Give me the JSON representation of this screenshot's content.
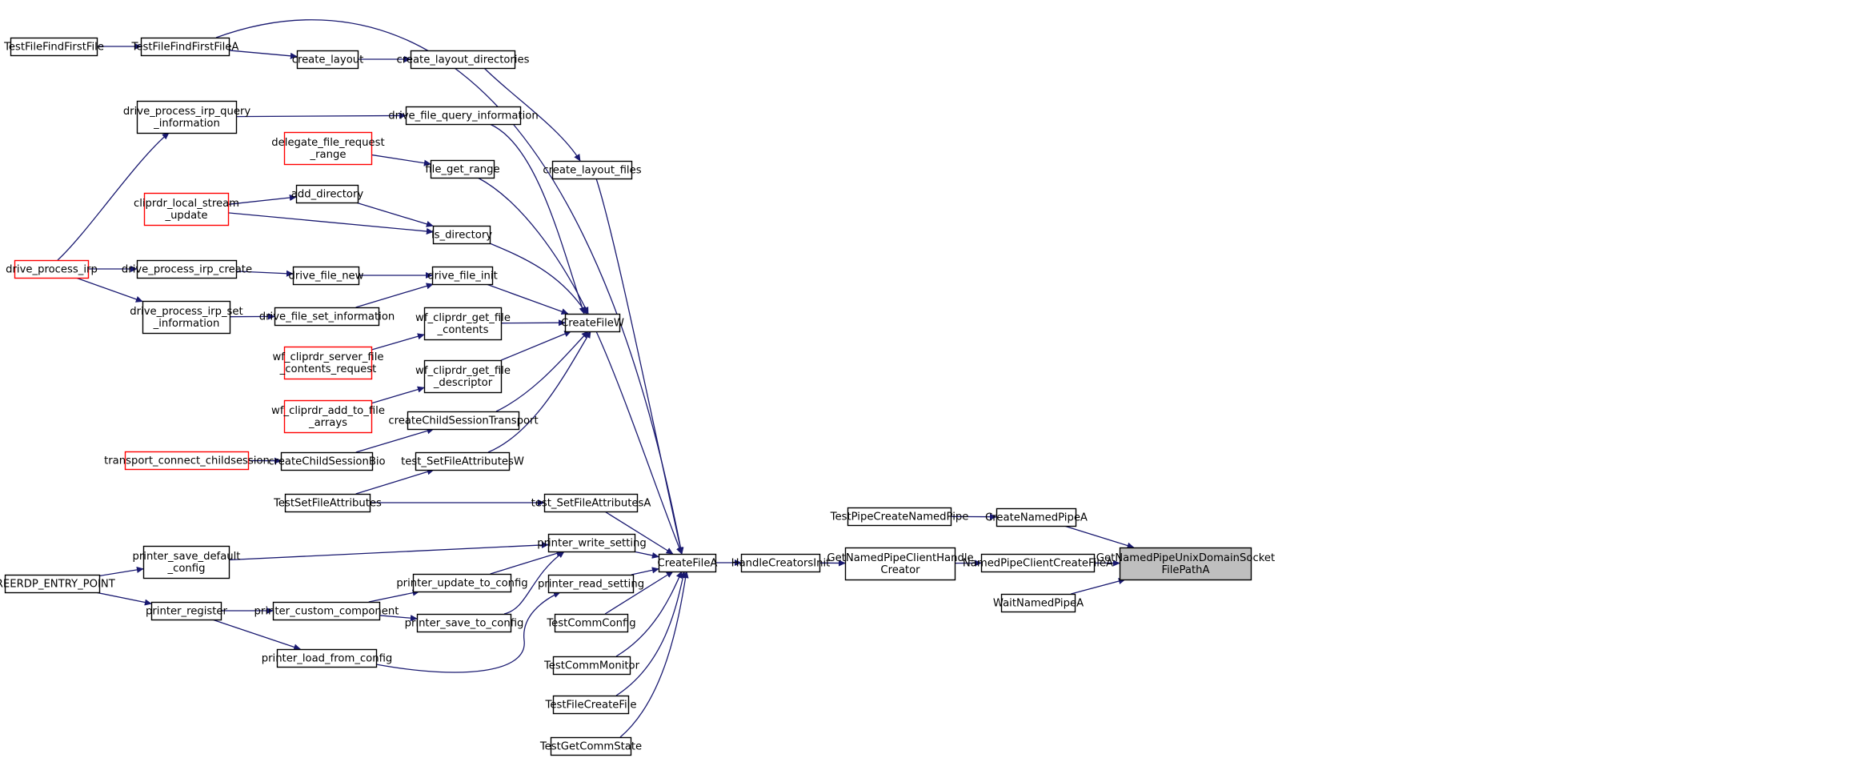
{
  "colors": {
    "node_border": "#000000",
    "truncated_border": "#ff0000",
    "focus_fill": "#bfbfbf",
    "edge": "#191970",
    "background": "#ffffff"
  },
  "nodes": {
    "TestFileFindFirstFile": {
      "lines": [
        "TestFileFindFirstFile"
      ]
    },
    "TestFileFindFirstFileA": {
      "lines": [
        "TestFileFindFirstFileA"
      ]
    },
    "create_layout": {
      "lines": [
        "create_layout"
      ]
    },
    "create_layout_directories": {
      "lines": [
        "create_layout_directories"
      ]
    },
    "drive_process_irp_query_information": {
      "lines": [
        "drive_process_irp_query",
        "_information"
      ]
    },
    "drive_file_query_information": {
      "lines": [
        "drive_file_query_information"
      ]
    },
    "delegate_file_request_range": {
      "lines": [
        "delegate_file_request",
        "_range"
      ],
      "truncated": true
    },
    "file_get_range": {
      "lines": [
        "file_get_range"
      ]
    },
    "create_layout_files": {
      "lines": [
        "create_layout_files"
      ]
    },
    "cliprdr_local_stream_update": {
      "lines": [
        "cliprdr_local_stream",
        "_update"
      ],
      "truncated": true
    },
    "add_directory": {
      "lines": [
        "add_directory"
      ]
    },
    "is_directory": {
      "lines": [
        "is_directory"
      ]
    },
    "drive_process_irp": {
      "lines": [
        "drive_process_irp"
      ],
      "truncated": true
    },
    "drive_process_irp_create": {
      "lines": [
        "drive_process_irp_create"
      ]
    },
    "drive_file_new": {
      "lines": [
        "drive_file_new"
      ]
    },
    "drive_file_init": {
      "lines": [
        "drive_file_init"
      ]
    },
    "drive_process_irp_set_information": {
      "lines": [
        "drive_process_irp_set",
        "_information"
      ]
    },
    "drive_file_set_information": {
      "lines": [
        "drive_file_set_information"
      ]
    },
    "wf_cliprdr_get_file_contents": {
      "lines": [
        "wf_cliprdr_get_file",
        "_contents"
      ]
    },
    "CreateFileW": {
      "lines": [
        "CreateFileW"
      ]
    },
    "wf_cliprdr_server_file_contents_request": {
      "lines": [
        "wf_cliprdr_server_file",
        "_contents_request"
      ],
      "truncated": true
    },
    "wf_cliprdr_get_file_descriptor": {
      "lines": [
        "wf_cliprdr_get_file",
        "_descriptor"
      ]
    },
    "wf_cliprdr_add_to_file_arrays": {
      "lines": [
        "wf_cliprdr_add_to_file",
        "_arrays"
      ],
      "truncated": true
    },
    "createChildSessionTransport": {
      "lines": [
        "createChildSessionTransport"
      ]
    },
    "transport_connect_childsession": {
      "lines": [
        "transport_connect_childsession"
      ],
      "truncated": true
    },
    "createChildSessionBio": {
      "lines": [
        "createChildSessionBio"
      ]
    },
    "test_SetFileAttributesW": {
      "lines": [
        "test_SetFileAttributesW"
      ]
    },
    "TestSetFileAttributes": {
      "lines": [
        "TestSetFileAttributes"
      ]
    },
    "test_SetFileAttributesA": {
      "lines": [
        "test_SetFileAttributesA"
      ]
    },
    "printer_save_default_config": {
      "lines": [
        "printer_save_default",
        "_config"
      ]
    },
    "printer_write_setting": {
      "lines": [
        "printer_write_setting"
      ]
    },
    "FREERDP_ENTRY_POINT": {
      "lines": [
        "FREERDP_ENTRY_POINT"
      ]
    },
    "printer_update_to_config": {
      "lines": [
        "printer_update_to_config"
      ]
    },
    "printer_read_setting": {
      "lines": [
        "printer_read_setting"
      ]
    },
    "CreateFileA": {
      "lines": [
        "CreateFileA"
      ]
    },
    "HandleCreatorsInit": {
      "lines": [
        "HandleCreatorsInit"
      ]
    },
    "GetNamedPipeClientHandleCreator": {
      "lines": [
        "GetNamedPipeClientHandle",
        "Creator"
      ]
    },
    "printer_register": {
      "lines": [
        "printer_register"
      ]
    },
    "printer_custom_component": {
      "lines": [
        "printer_custom_component"
      ]
    },
    "printer_save_to_config": {
      "lines": [
        "printer_save_to_config"
      ]
    },
    "TestCommConfig": {
      "lines": [
        "TestCommConfig"
      ]
    },
    "printer_load_from_config": {
      "lines": [
        "printer_load_from_config"
      ]
    },
    "TestCommMonitor": {
      "lines": [
        "TestCommMonitor"
      ]
    },
    "TestFileCreateFile": {
      "lines": [
        "TestFileCreateFile"
      ]
    },
    "TestGetCommState": {
      "lines": [
        "TestGetCommState"
      ]
    },
    "TestPipeCreateNamedPipe": {
      "lines": [
        "TestPipeCreateNamedPipe"
      ]
    },
    "CreateNamedPipeA": {
      "lines": [
        "CreateNamedPipeA"
      ]
    },
    "NamedPipeClientCreateFileA": {
      "lines": [
        "NamedPipeClientCreateFileA"
      ]
    },
    "WaitNamedPipeA": {
      "lines": [
        "WaitNamedPipeA"
      ]
    },
    "GetNamedPipeUnixDomainSocketFilePathA": {
      "lines": [
        "GetNamedPipeUnixDomainSocket",
        "FilePathA"
      ],
      "focus": true
    }
  },
  "edges": [
    [
      "TestFileFindFirstFile",
      "TestFileFindFirstFileA"
    ],
    [
      "TestFileFindFirstFileA",
      "create_layout"
    ],
    [
      "TestFileFindFirstFileA",
      "CreateFileA"
    ],
    [
      "create_layout",
      "create_layout_directories"
    ],
    [
      "create_layout_directories",
      "create_layout_files"
    ],
    [
      "create_layout_files",
      "CreateFileA"
    ],
    [
      "drive_process_irp",
      "drive_process_irp_query_information"
    ],
    [
      "drive_process_irp",
      "drive_process_irp_create"
    ],
    [
      "drive_process_irp",
      "drive_process_irp_set_information"
    ],
    [
      "drive_process_irp_query_information",
      "drive_file_query_information"
    ],
    [
      "drive_file_query_information",
      "CreateFileW"
    ],
    [
      "delegate_file_request_range",
      "file_get_range"
    ],
    [
      "file_get_range",
      "CreateFileW"
    ],
    [
      "cliprdr_local_stream_update",
      "add_directory"
    ],
    [
      "cliprdr_local_stream_update",
      "is_directory"
    ],
    [
      "add_directory",
      "is_directory"
    ],
    [
      "is_directory",
      "CreateFileW"
    ],
    [
      "drive_process_irp_create",
      "drive_file_new"
    ],
    [
      "drive_file_new",
      "drive_file_init"
    ],
    [
      "drive_file_init",
      "CreateFileW"
    ],
    [
      "drive_process_irp_set_information",
      "drive_file_set_information"
    ],
    [
      "drive_file_set_information",
      "drive_file_init"
    ],
    [
      "wf_cliprdr_get_file_contents",
      "CreateFileW"
    ],
    [
      "wf_cliprdr_server_file_contents_request",
      "wf_cliprdr_get_file_contents"
    ],
    [
      "wf_cliprdr_get_file_descriptor",
      "CreateFileW"
    ],
    [
      "wf_cliprdr_add_to_file_arrays",
      "wf_cliprdr_get_file_descriptor"
    ],
    [
      "createChildSessionTransport",
      "CreateFileW"
    ],
    [
      "transport_connect_childsession",
      "createChildSessionBio"
    ],
    [
      "createChildSessionBio",
      "createChildSessionTransport"
    ],
    [
      "test_SetFileAttributesW",
      "CreateFileW"
    ],
    [
      "TestSetFileAttributes",
      "test_SetFileAttributesW"
    ],
    [
      "TestSetFileAttributes",
      "test_SetFileAttributesA"
    ],
    [
      "test_SetFileAttributesA",
      "CreateFileA"
    ],
    [
      "CreateFileW",
      "CreateFileA"
    ],
    [
      "FREERDP_ENTRY_POINT",
      "printer_save_default_config"
    ],
    [
      "FREERDP_ENTRY_POINT",
      "printer_register"
    ],
    [
      "printer_save_default_config",
      "printer_write_setting"
    ],
    [
      "printer_register",
      "printer_custom_component"
    ],
    [
      "printer_register",
      "printer_load_from_config"
    ],
    [
      "printer_custom_component",
      "printer_update_to_config"
    ],
    [
      "printer_custom_component",
      "printer_save_to_config"
    ],
    [
      "printer_update_to_config",
      "printer_write_setting"
    ],
    [
      "printer_save_to_config",
      "printer_write_setting"
    ],
    [
      "printer_load_from_config",
      "printer_read_setting"
    ],
    [
      "printer_write_setting",
      "CreateFileA"
    ],
    [
      "printer_read_setting",
      "CreateFileA"
    ],
    [
      "TestCommConfig",
      "CreateFileA"
    ],
    [
      "TestCommMonitor",
      "CreateFileA"
    ],
    [
      "TestFileCreateFile",
      "CreateFileA"
    ],
    [
      "TestGetCommState",
      "CreateFileA"
    ],
    [
      "CreateFileA",
      "HandleCreatorsInit"
    ],
    [
      "HandleCreatorsInit",
      "GetNamedPipeClientHandleCreator"
    ],
    [
      "GetNamedPipeClientHandleCreator",
      "NamedPipeClientCreateFileA"
    ],
    [
      "TestPipeCreateNamedPipe",
      "CreateNamedPipeA"
    ],
    [
      "CreateNamedPipeA",
      "GetNamedPipeUnixDomainSocketFilePathA"
    ],
    [
      "NamedPipeClientCreateFileA",
      "GetNamedPipeUnixDomainSocketFilePathA"
    ],
    [
      "WaitNamedPipeA",
      "GetNamedPipeUnixDomainSocketFilePathA"
    ]
  ]
}
